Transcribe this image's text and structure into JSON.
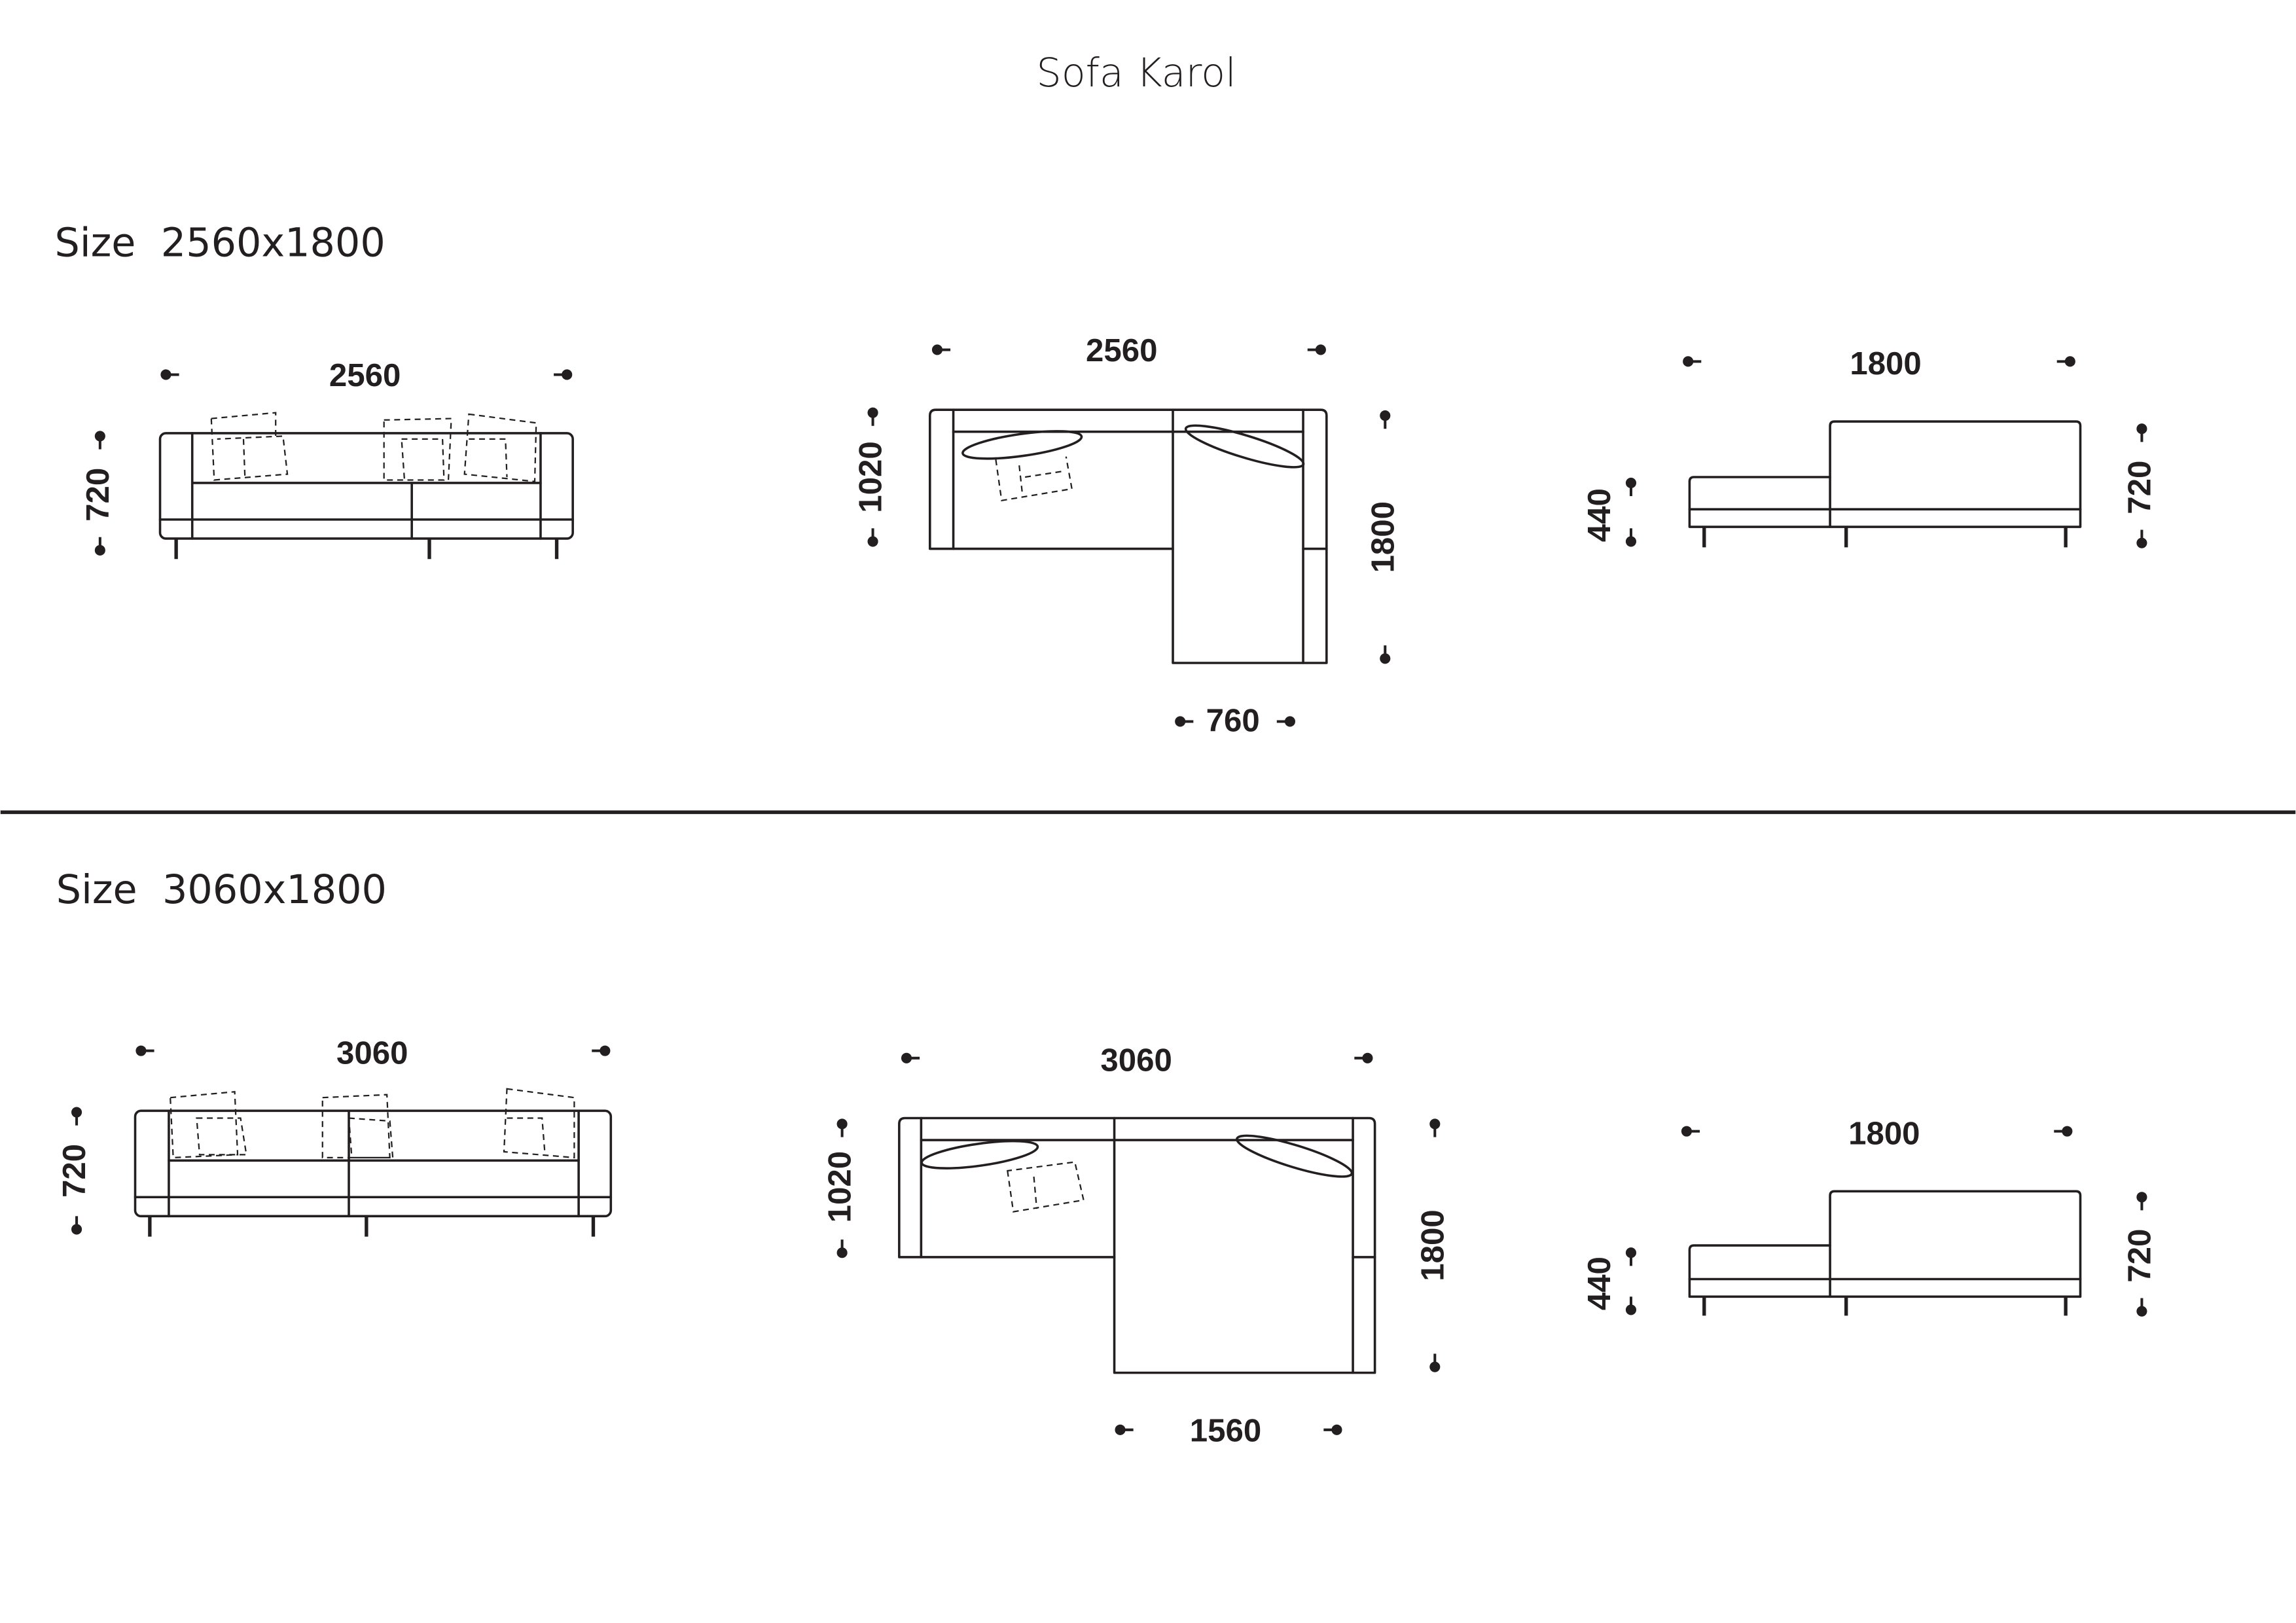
{
  "title": "Sofa Karol",
  "sections": [
    {
      "label": "Size  2560x1800",
      "front": {
        "width": "2560",
        "height": "720"
      },
      "top": {
        "width": "2560",
        "depth_left": "1020",
        "depth_right": "1800",
        "chaise_width": "760"
      },
      "side": {
        "depth": "1800",
        "seat_height": "440",
        "height": "720"
      }
    },
    {
      "label": "Size  3060x1800",
      "front": {
        "width": "3060",
        "height": "720"
      },
      "top": {
        "width": "3060",
        "depth_left": "1020",
        "depth_right": "1800",
        "chaise_width": "1560"
      },
      "side": {
        "depth": "1800",
        "seat_height": "440",
        "height": "720"
      }
    }
  ]
}
